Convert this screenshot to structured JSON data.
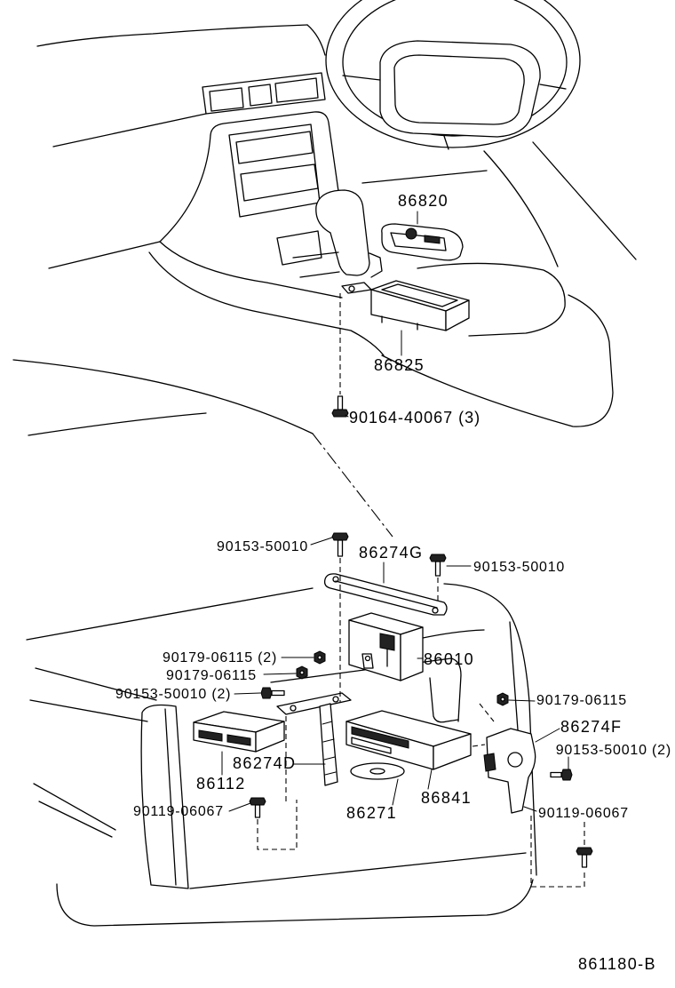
{
  "colors": {
    "background": "#ffffff",
    "line": "#000000"
  },
  "upper_assembly": {
    "callouts": [
      "86820",
      "86825",
      "90164-40067 (3)"
    ]
  },
  "lower_assembly": {
    "callouts": [
      "90153-50010",
      "86274G",
      "90153-50010",
      "90179-06115 (2)",
      "90179-06115",
      "86010",
      "90153-50010 (2)",
      "90179-06115",
      "86274F",
      "90153-50010 (2)",
      "86274D",
      "86112",
      "90119-06067",
      "86271",
      "86841",
      "90119-06067"
    ]
  },
  "figure_id": "861180-B"
}
